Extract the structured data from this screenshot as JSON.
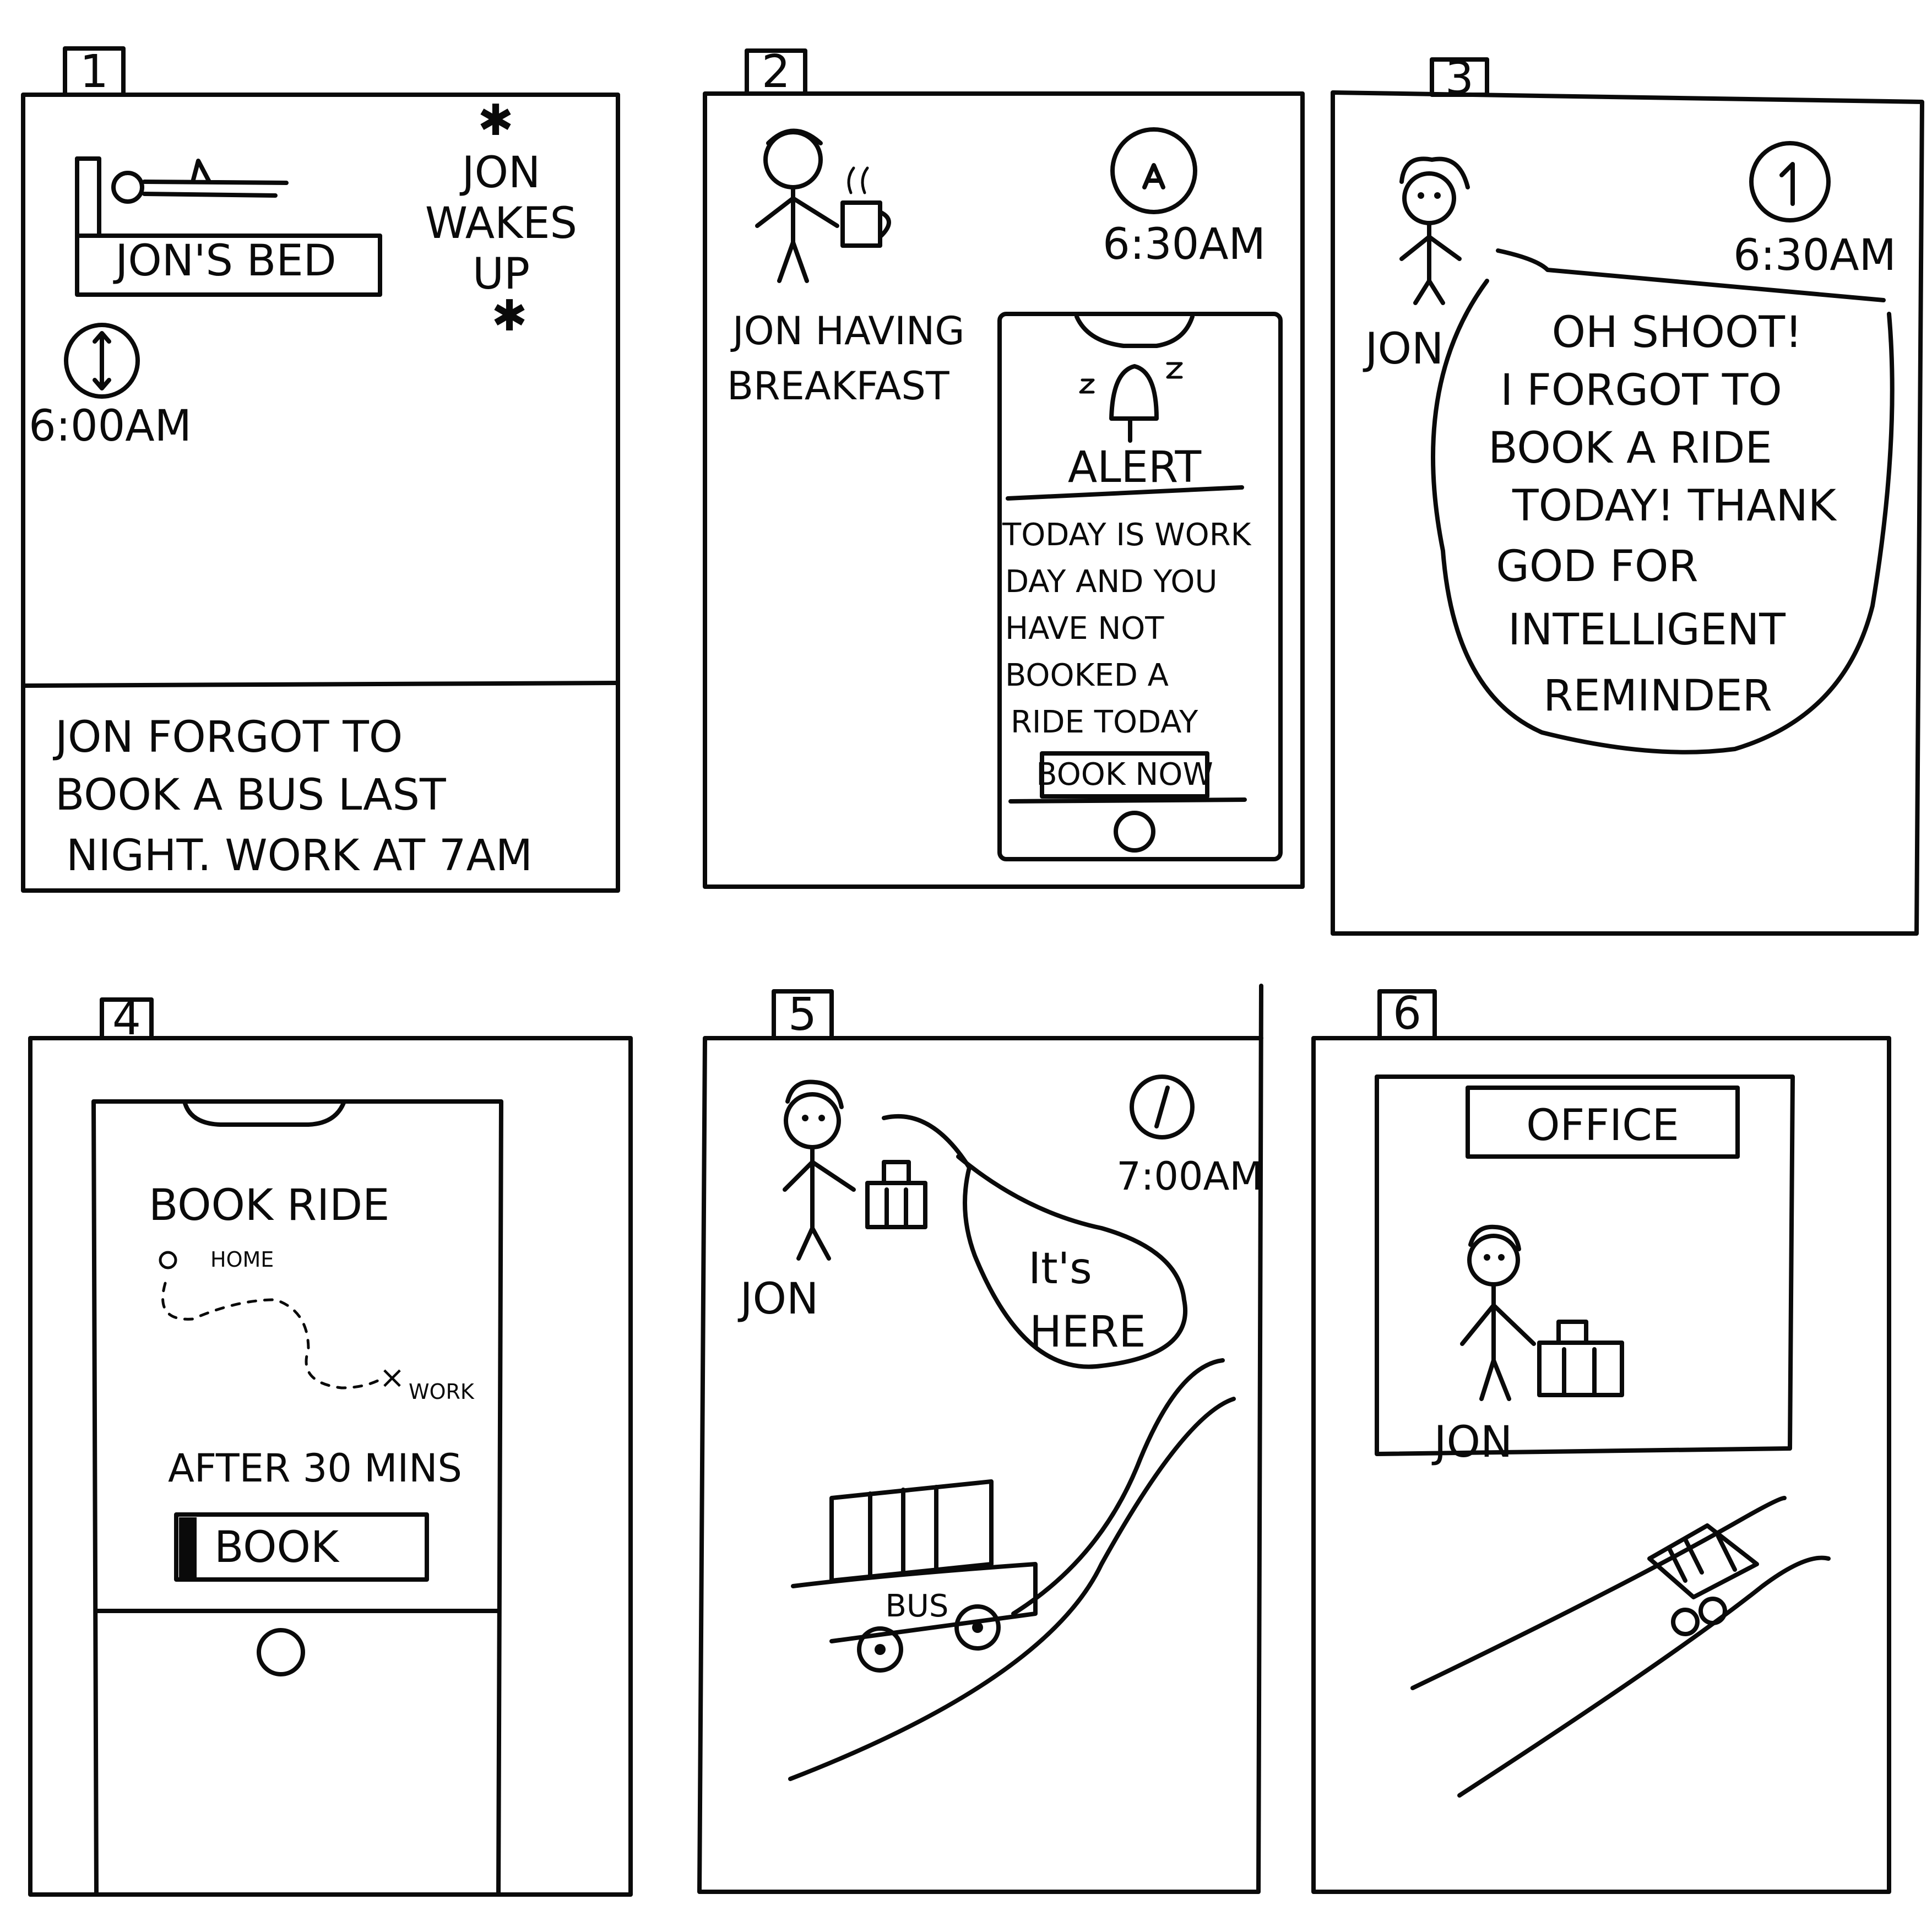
{
  "panels": [
    {
      "number": "1",
      "scene_label": "JON'S BED",
      "event": [
        "JON",
        "WAKES",
        "UP"
      ],
      "time": "6:00AM",
      "caption": [
        "JON FORGOT TO",
        "BOOK A BUS LAST",
        "NIGHT. WORK AT 7AM"
      ]
    },
    {
      "number": "2",
      "scene": [
        "JON HAVING",
        "BREAKFAST"
      ],
      "time": "6:30AM",
      "alert": {
        "title": "ALERT",
        "message": [
          "TODAY IS WORK",
          "DAY AND YOU",
          "HAVE NOT",
          "BOOKED A",
          "RIDE TODAY"
        ],
        "button": "BOOK NOW"
      }
    },
    {
      "number": "3",
      "character": "JON",
      "time": "6:30AM",
      "speech": [
        "OH SHOOT!",
        "I FORGOT TO",
        "BOOK A RIDE",
        "TODAY! THANK",
        "GOD FOR",
        "INTELLIGENT",
        "REMINDER"
      ]
    },
    {
      "number": "4",
      "screen_title": "BOOK RIDE",
      "origin": "HOME",
      "destination": "WORK",
      "timing": "AFTER 30 MINS",
      "button": "BOOK"
    },
    {
      "number": "5",
      "character": "JON",
      "time": "7:00AM",
      "speech": [
        "It's",
        "HERE"
      ],
      "vehicle_label": "BUS"
    },
    {
      "number": "6",
      "place": "OFFICE",
      "character": "JON"
    }
  ]
}
